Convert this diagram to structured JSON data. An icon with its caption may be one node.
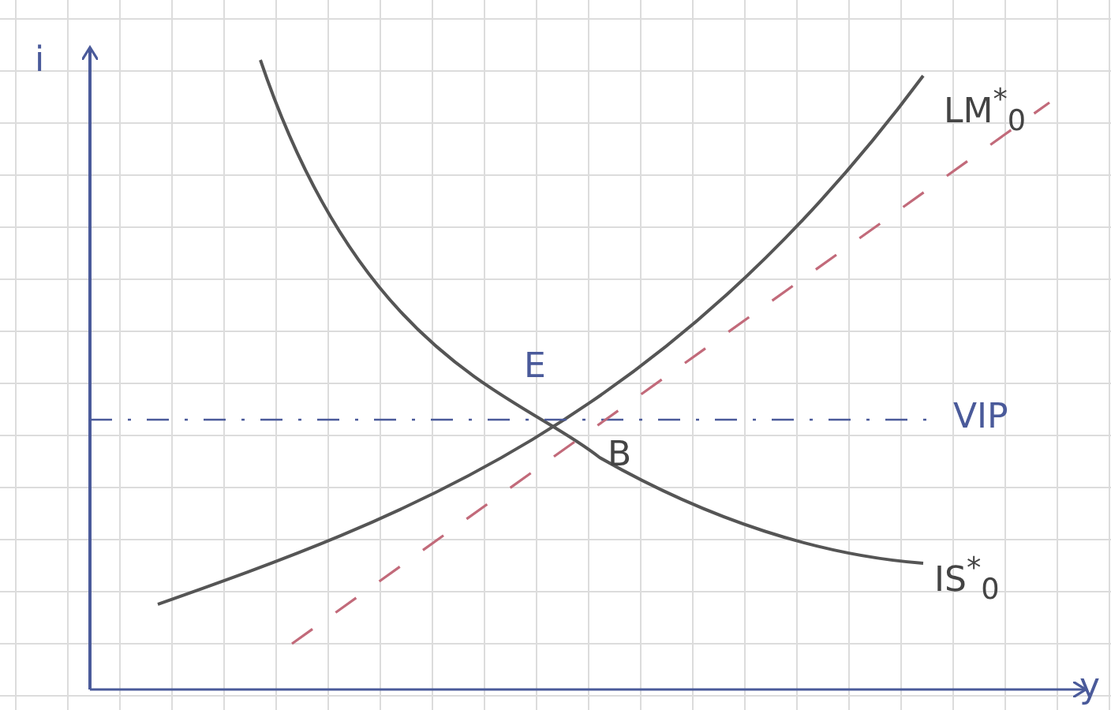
{
  "diagram": {
    "labels": [
      "i",
      "LM$^{*}$$_{0}$",
      "E",
      "VIP",
      "B",
      "IS$^{*}$$_{0}$",
      "y"
    ]
  }
}
